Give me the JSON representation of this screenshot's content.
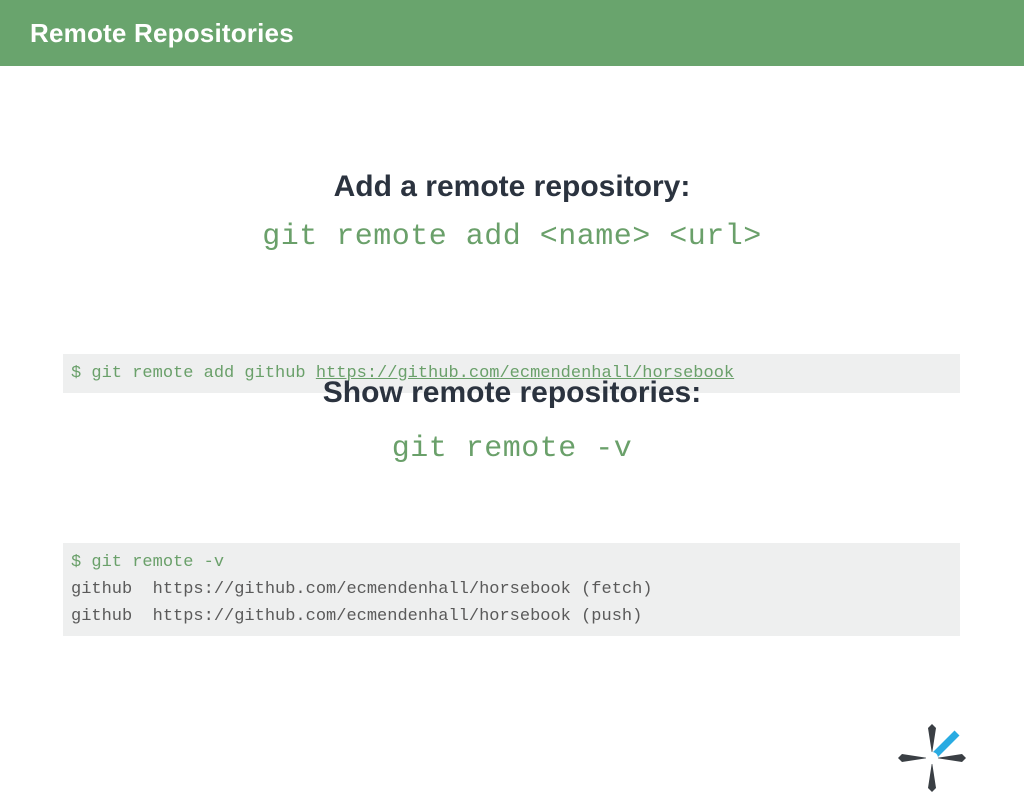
{
  "header": {
    "title": "Remote Repositories",
    "background_color": "#69a46d",
    "text_color": "#ffffff"
  },
  "theme": {
    "heading_color": "#2b333f",
    "command_green": "#6aa06a",
    "code_background": "#eeefef",
    "code_output_color": "#5a5a5a",
    "logo_accent_color": "#29abe2",
    "logo_star_color": "#3a3f44",
    "page_background": "#ffffff"
  },
  "sections": [
    {
      "heading": "Add a remote repository:",
      "syntax": "git remote add <name> <url>",
      "code_lines": [
        {
          "kind": "prompt",
          "text": "$ git remote add github ",
          "url": "https://github.com/ecmendenhall/horsebook"
        }
      ]
    },
    {
      "heading": "Show remote repositories:",
      "syntax": "git remote -v",
      "code_lines": [
        {
          "kind": "prompt",
          "text": "$ git remote -v"
        },
        {
          "kind": "output",
          "text": "github  https://github.com/ecmendenhall/horsebook (fetch)"
        },
        {
          "kind": "output",
          "text": "github  https://github.com/ecmendenhall/horsebook (push)"
        }
      ]
    }
  ],
  "logo": {
    "name": "starburst-logo"
  }
}
